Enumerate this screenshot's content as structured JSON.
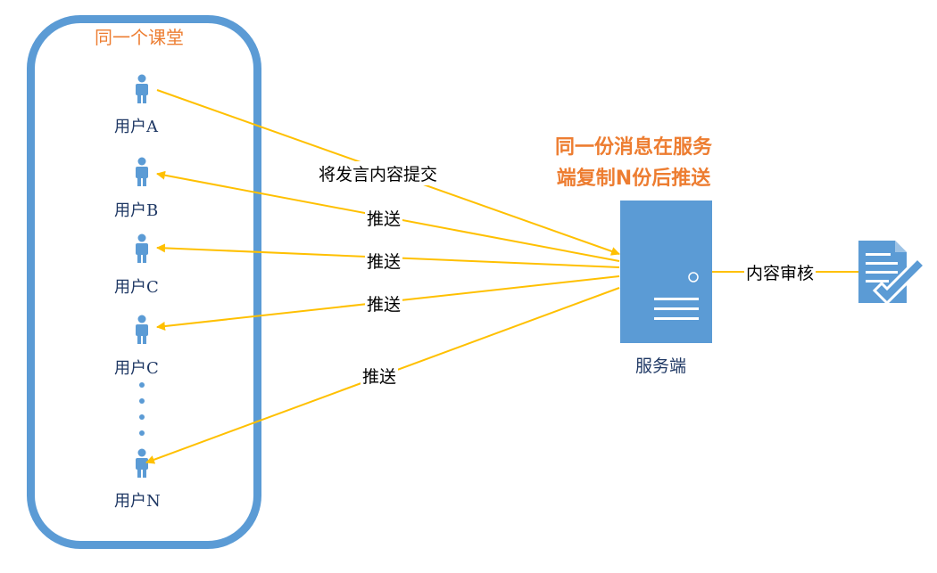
{
  "classroom": {
    "title": "同一个课堂"
  },
  "users": [
    {
      "label": "用户A"
    },
    {
      "label": "用户B"
    },
    {
      "label": "用户C"
    },
    {
      "label": "用户C"
    },
    {
      "label": "用户N"
    }
  ],
  "edges": {
    "submit": "将发言内容提交",
    "push_b": "推送",
    "push_c1": "推送",
    "push_c2": "推送",
    "push_n": "推送",
    "review": "内容审核"
  },
  "server": {
    "label": "服务端",
    "note_line1": "同一份消息在服务",
    "note_line2": "端复制N份后推送"
  },
  "colors": {
    "container": "#5b9bd5",
    "arrow": "#ffc000",
    "accent_text": "#ed7d31",
    "label_text": "#1f3864"
  },
  "icons": {
    "user": "person-icon",
    "server": "server-icon",
    "document": "document-check-icon"
  }
}
